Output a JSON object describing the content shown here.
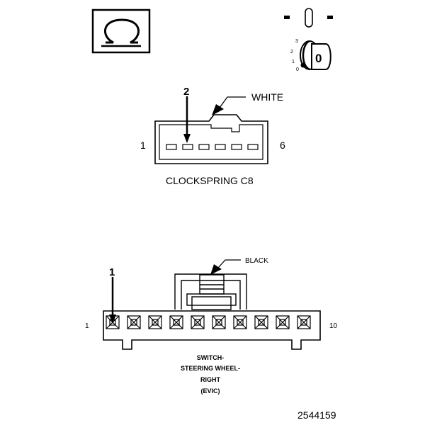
{
  "meter_symbol": {
    "icon": "ohmmeter-omega-icon",
    "label": "Ω"
  },
  "ignition_switch": {
    "icon": "ignition-key-off-icon",
    "key_label": "0",
    "scale_labels": [
      "3",
      "2",
      "1",
      "0"
    ]
  },
  "clockspring": {
    "wire_color": "WHITE",
    "probe_pin": "2",
    "pin_start": "1",
    "pin_end": "6",
    "title": "CLOCKSPRING C8"
  },
  "steering_switch": {
    "wire_color": "BLACK",
    "probe_pin": "1",
    "pin_start": "1",
    "pin_end": "10",
    "title_lines": [
      "SWITCH-",
      "STEERING WHEEL-",
      "RIGHT",
      "(EVIC)"
    ]
  },
  "figure_number": "2544159"
}
